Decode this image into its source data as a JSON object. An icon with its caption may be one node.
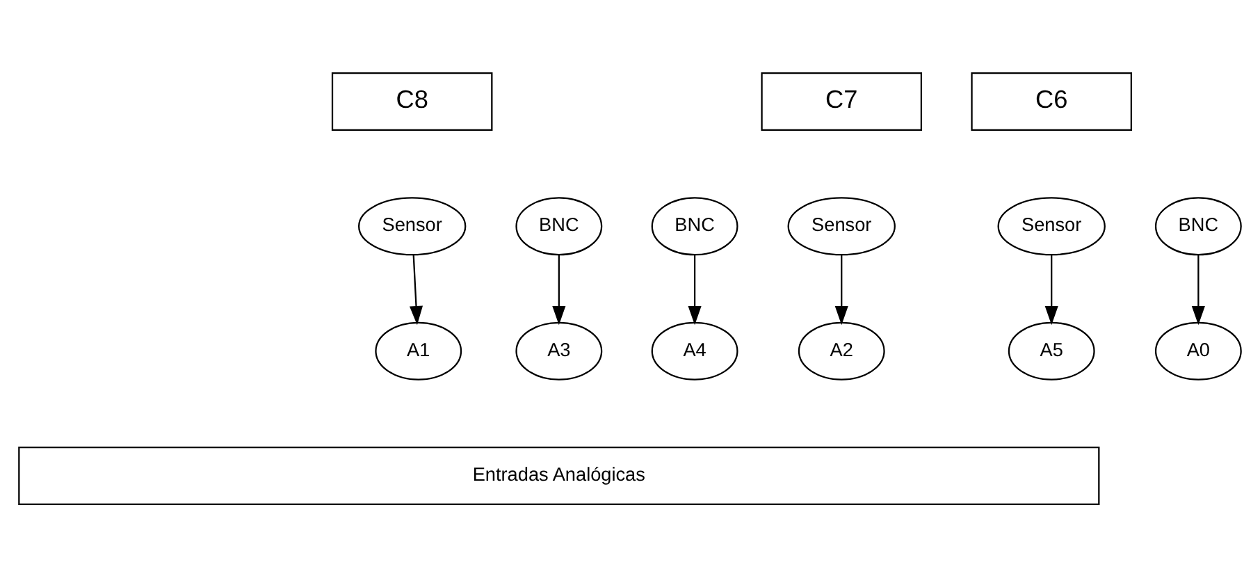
{
  "diagram": {
    "nodes": [
      {
        "text": [
          "C8"
        ]
      },
      {
        "text": [
          "C7"
        ]
      },
      {
        "text": [
          "C6"
        ]
      },
      {
        "text": [
          "BNC"
        ]
      },
      {
        "text": [
          "Sensor"
        ]
      },
      {
        "text": [
          "Sensor"
        ]
      },
      {
        "text": [
          "BNC"
        ]
      },
      {
        "text": [
          "BNC"
        ]
      },
      {
        "text": [
          "Sensor"
        ]
      },
      {
        "text": [
          "A0"
        ]
      },
      {
        "text": [
          "A1"
        ]
      },
      {
        "text": [
          "A2"
        ]
      },
      {
        "text": [
          "A3"
        ]
      },
      {
        "text": [
          "A4"
        ]
      },
      {
        "text": [
          "A5"
        ]
      },
      {
        "text": [
          "Entradas Analógicas"
        ]
      }
    ],
    "edges": [
      {
        "from": 3,
        "to": 9,
        "arrow": "to"
      },
      {
        "from": 4,
        "to": 10,
        "arrow": "to"
      },
      {
        "from": 5,
        "to": 11,
        "arrow": "to"
      },
      {
        "from": 6,
        "to": 12,
        "arrow": "to"
      },
      {
        "from": 7,
        "to": 13,
        "arrow": "to"
      },
      {
        "from": 8,
        "to": 14,
        "arrow": "to"
      }
    ]
  }
}
